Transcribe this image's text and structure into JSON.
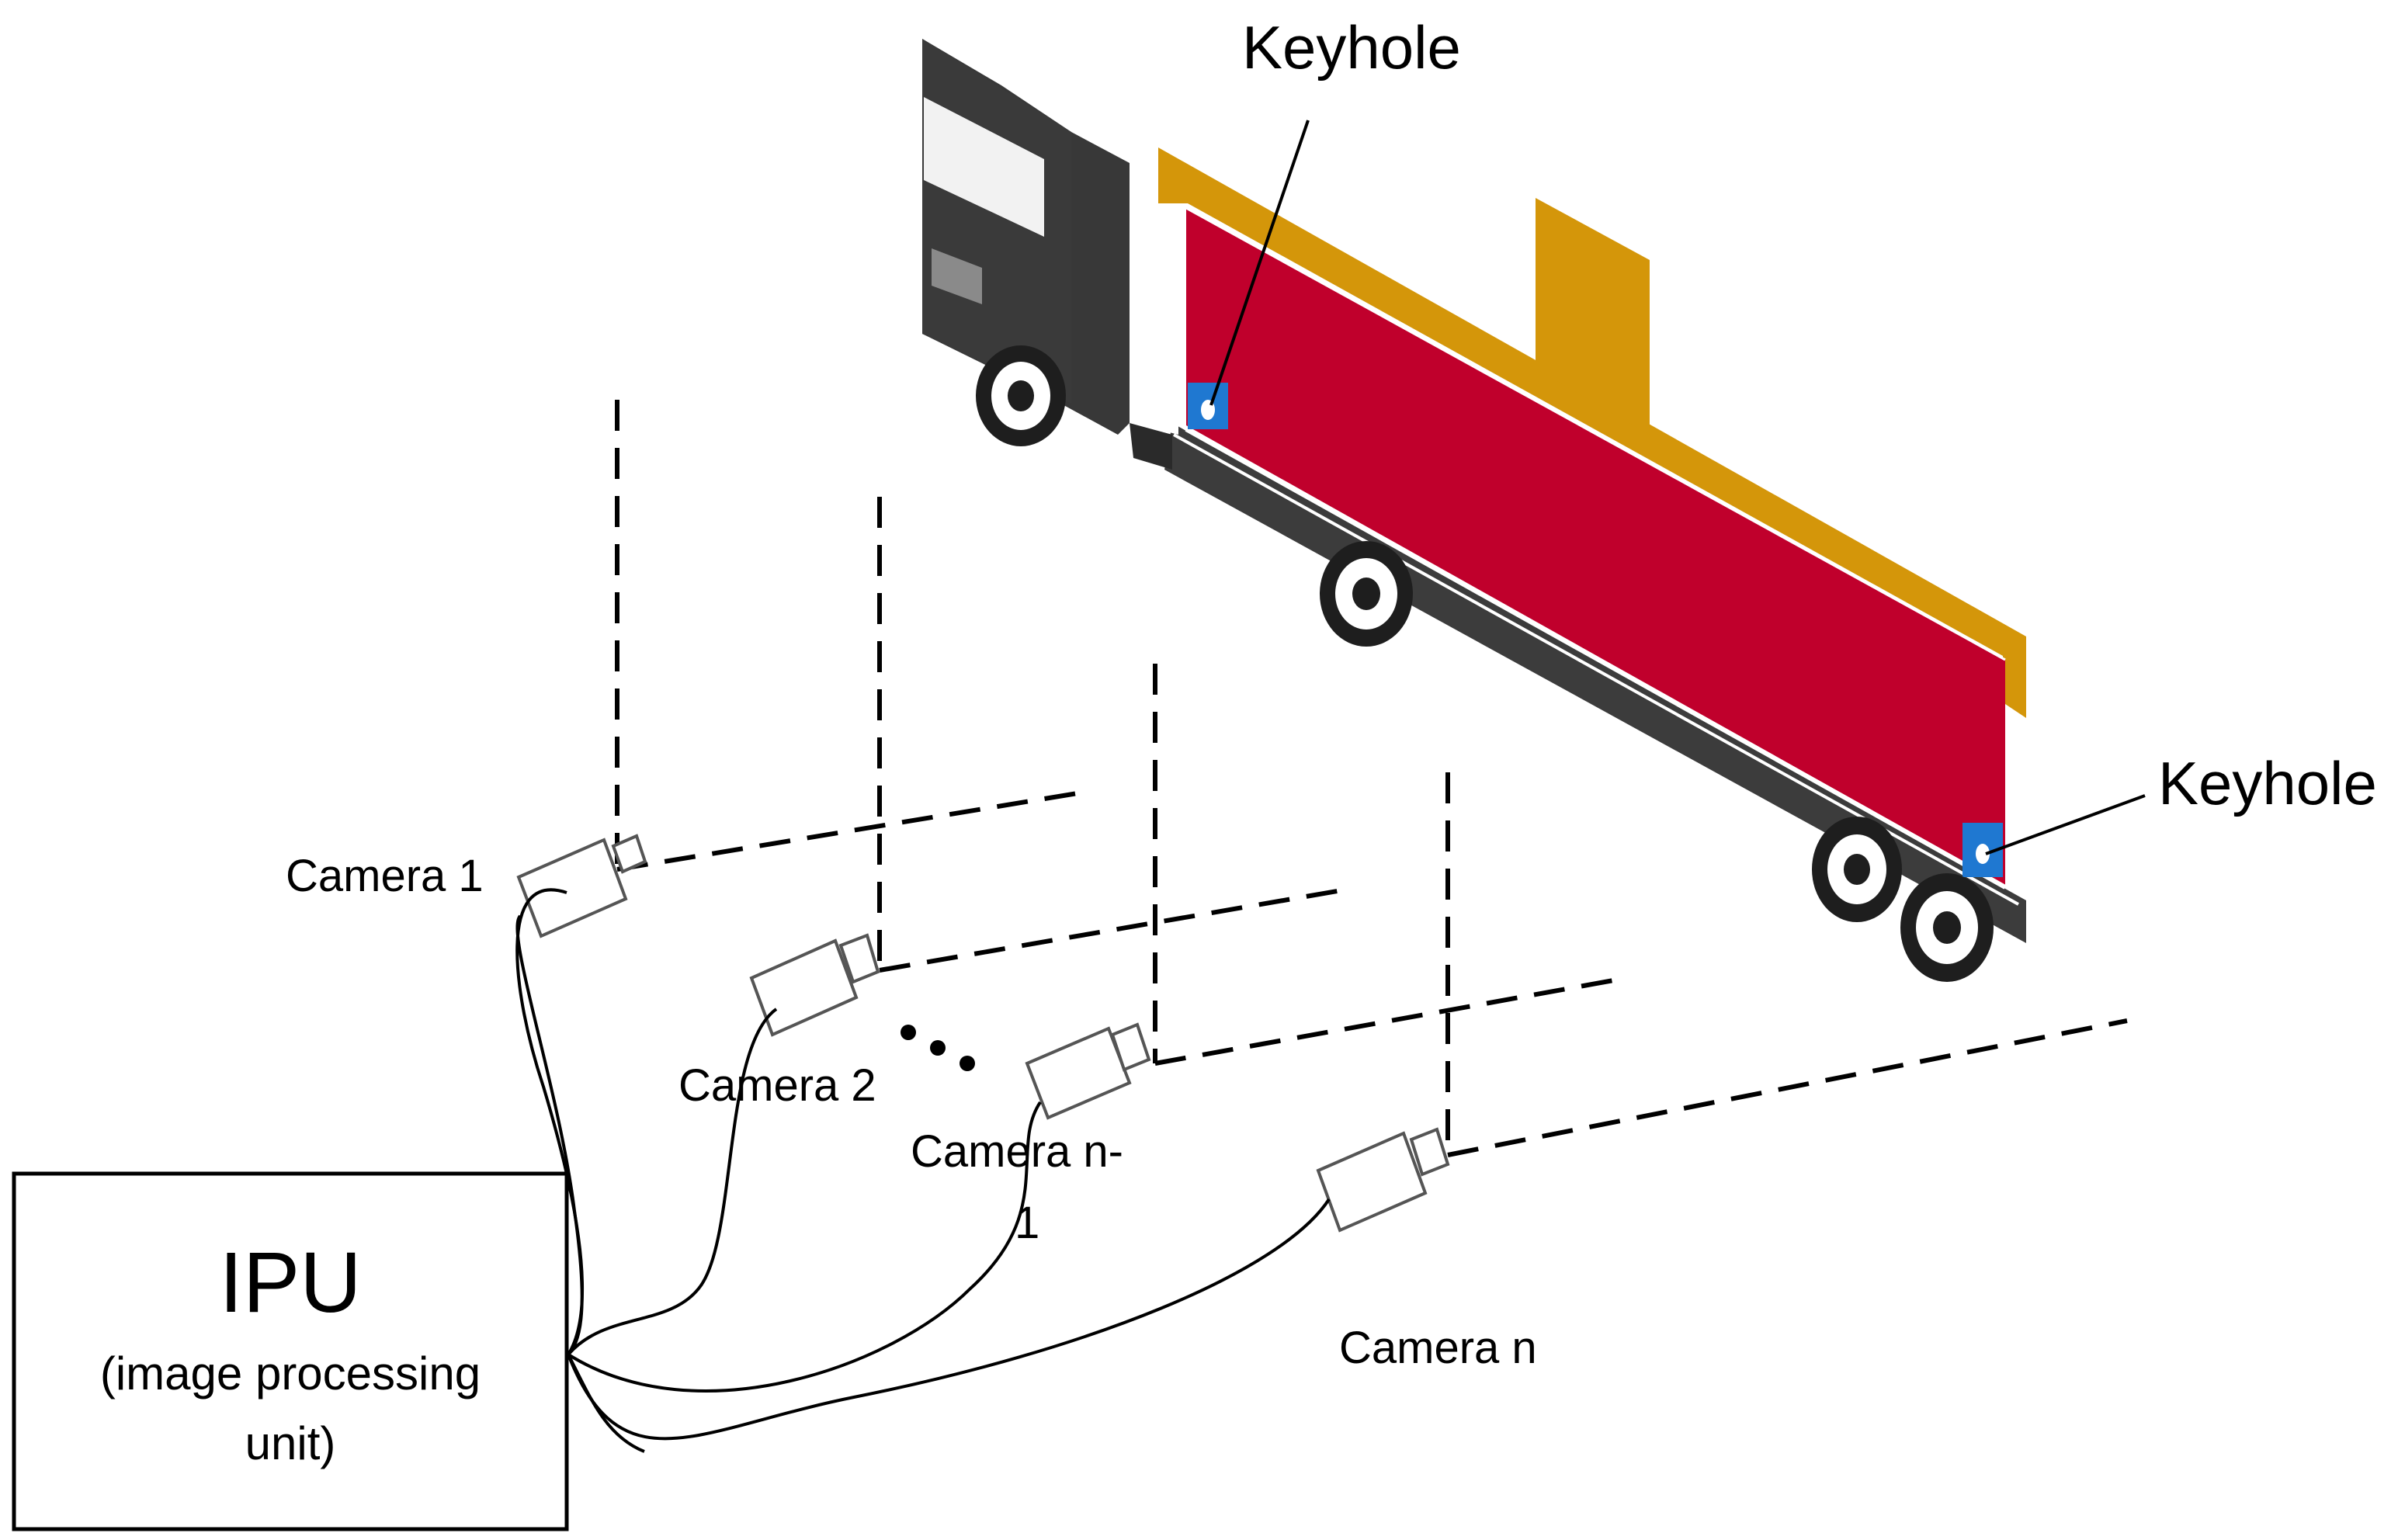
{
  "colors": {
    "cab": "#3a3a3a",
    "chassis": "#3c3c3c",
    "trailer_side": "#c0002c",
    "trailer_top": "#d4960a",
    "keyhole": "#1f78d1",
    "window": "#f2f2f2",
    "lines": "#000000"
  },
  "labels": {
    "keyhole_top": "Keyhole",
    "keyhole_rear": "Keyhole",
    "camera_1": "Camera 1",
    "camera_2": "Camera 2",
    "camera_n_minus_1_line1": "Camera n-",
    "camera_n_minus_1_line2": "1",
    "camera_n": "Camera n",
    "ellipsis": "...",
    "ipu_title": "IPU",
    "ipu_desc_line1": "(image processing",
    "ipu_desc_line2": "unit)"
  },
  "icons": [
    "truck-illustration",
    "camera-icon",
    "keyhole-marker",
    "wheel-icon"
  ]
}
